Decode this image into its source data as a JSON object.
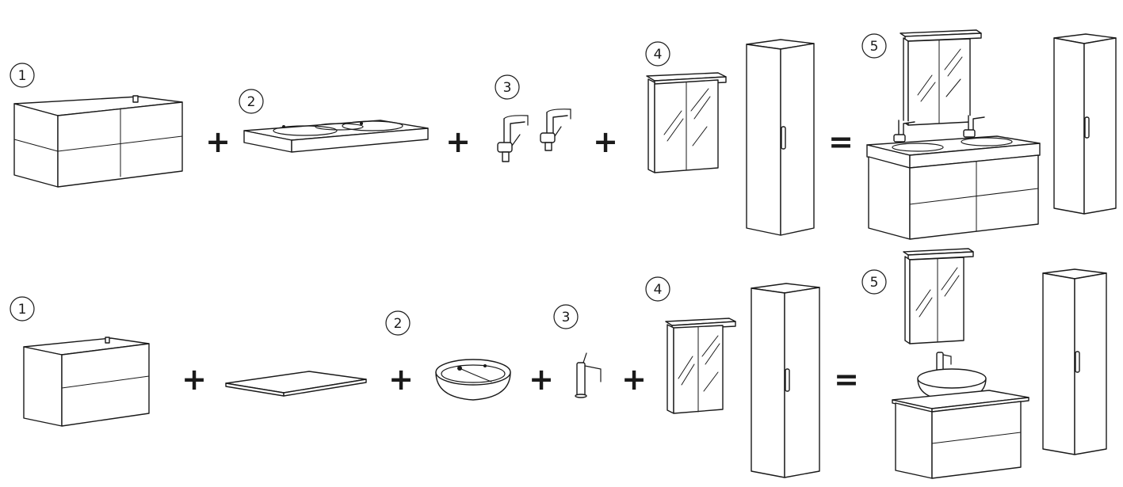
{
  "rows": [
    {
      "steps": [
        "1",
        "2",
        "3",
        "4",
        "5"
      ],
      "operators": [
        "+",
        "+",
        "+",
        "="
      ]
    },
    {
      "steps": [
        "1",
        "2",
        "3",
        "4",
        "5"
      ],
      "operators": [
        "+",
        "+",
        "+",
        "+",
        "="
      ]
    }
  ],
  "colors": {
    "line": "#1a1a1a",
    "background": "#ffffff"
  }
}
